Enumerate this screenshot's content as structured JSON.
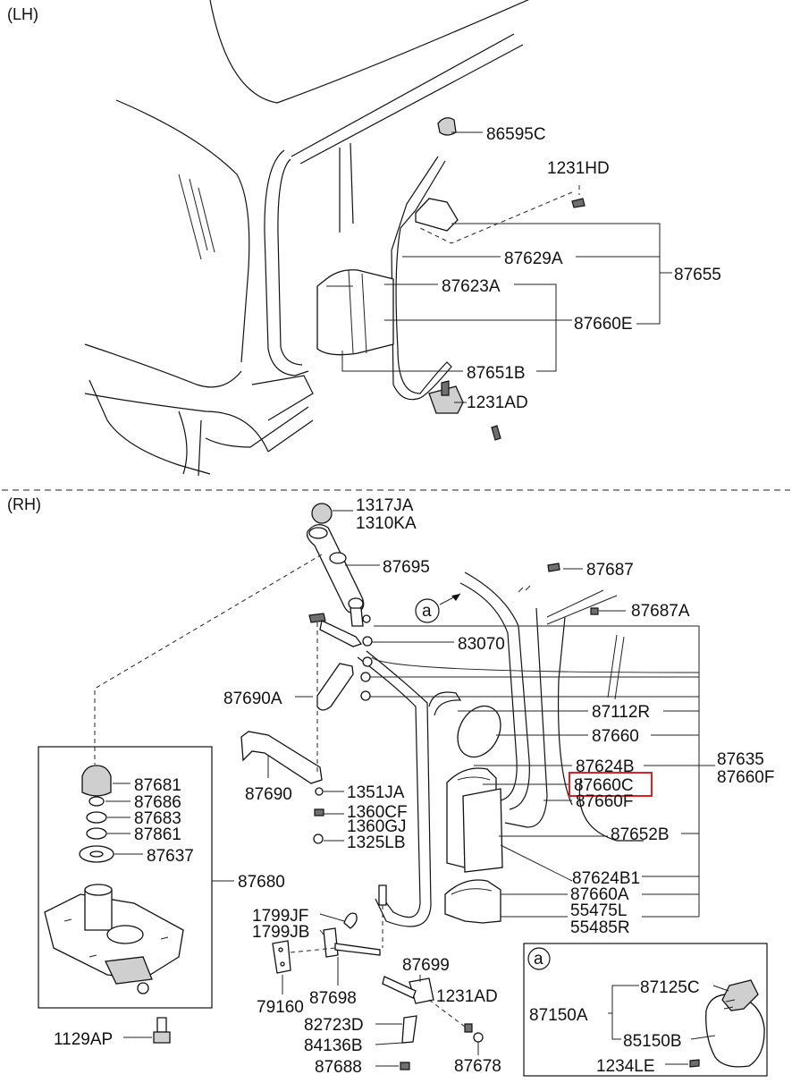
{
  "sections": {
    "lh": "(LH)",
    "rh": "(RH)"
  },
  "highlight_color": "#e02020",
  "callout_a": "a",
  "lh_labels": {
    "p86595C": "86595C",
    "p1231HD": "1231HD",
    "p87629A": "87629A",
    "p87655": "87655",
    "p87623A": "87623A",
    "p87660E": "87660E",
    "p87651B": "87651B",
    "p1231AD": "1231AD"
  },
  "rh_labels": {
    "p1317JA": "1317JA",
    "p1310KA": "1310KA",
    "p87695": "87695",
    "p87687": "87687",
    "p87687A": "87687A",
    "p83070": "83070",
    "p87690A": "87690A",
    "p87112R": "87112R",
    "p87660": "87660",
    "p87635": "87635",
    "p87660F_right": "87660F",
    "p87624B": "87624B",
    "p87660C": "87660C",
    "p87660F": "87660F",
    "p87690": "87690",
    "p1351JA": "1351JA",
    "p1360CF": "1360CF",
    "p1360GJ": "1360GJ",
    "p1325LB": "1325LB",
    "p87652B": "87652B",
    "p87624B1": "87624B1",
    "p87660A": "87660A",
    "p55475L": "55475L",
    "p55485R": "55485R",
    "p87681": "87681",
    "p87686": "87686",
    "p87683": "87683",
    "p87861": "87861",
    "p87637": "87637",
    "p87680": "87680",
    "p1129AP": "1129AP",
    "p1799JF": "1799JF",
    "p1799JB": "1799JB",
    "p79160": "79160",
    "p87698": "87698",
    "p87699": "87699",
    "p1231AD": "1231AD",
    "p82723D": "82723D",
    "p84136B": "84136B",
    "p87688": "87688",
    "p87678": "87678"
  },
  "detail_a_labels": {
    "p87125C": "87125C",
    "p87150A": "87150A",
    "p85150B": "85150B",
    "p1234LE": "1234LE"
  }
}
